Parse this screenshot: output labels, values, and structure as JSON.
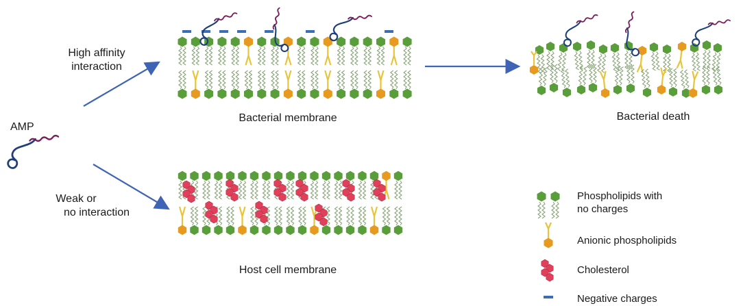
{
  "labels": {
    "amp": "AMP",
    "high_affinity_1": "High affinity",
    "high_affinity_2": "interaction",
    "weak_1": "Weak or",
    "weak_2": "no interaction",
    "bacterial_membrane": "Bacterial membrane",
    "bacterial_death": "Bacterial death",
    "host_membrane": "Host cell membrane"
  },
  "legend": {
    "phospholipids_1": "Phospholipids with",
    "phospholipids_2": "no charges",
    "anionic": "Anionic phospholipids",
    "cholesterol": "Cholesterol",
    "negative": "Negative charges"
  },
  "colors": {
    "head_neutral": "#5a9e3c",
    "head_anionic": "#e69a1f",
    "tail_neutral": "#8aa67a",
    "tail_anionic": "#e8c43a",
    "cholesterol": "#e0405a",
    "charge": "#3c6db5",
    "arrow": "#3f63b5",
    "peptide_blue": "#1e3f7a",
    "peptide_purple": "#7a1d5a"
  }
}
